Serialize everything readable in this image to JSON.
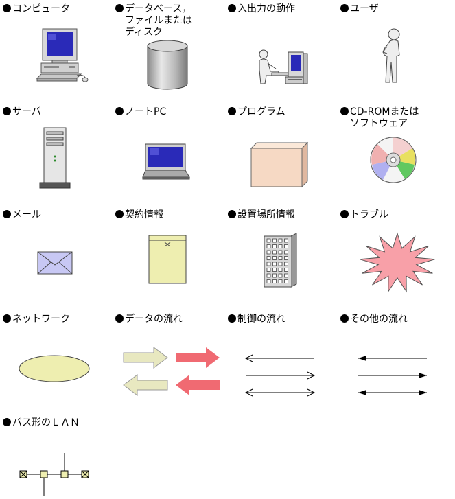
{
  "items": [
    {
      "id": "computer",
      "lines": [
        "コンピュータ"
      ]
    },
    {
      "id": "database",
      "lines": [
        "データベース，",
        "ファイルまたは",
        "ディスク"
      ]
    },
    {
      "id": "io",
      "lines": [
        "入出力の動作"
      ]
    },
    {
      "id": "user",
      "lines": [
        "ユーザ"
      ]
    },
    {
      "id": "server",
      "lines": [
        "サーバ"
      ]
    },
    {
      "id": "laptop",
      "lines": [
        "ノートPC"
      ]
    },
    {
      "id": "program",
      "lines": [
        "プログラム"
      ]
    },
    {
      "id": "cdrom",
      "lines": [
        "CD-ROMまたは",
        "ソフトウェア"
      ]
    },
    {
      "id": "mail",
      "lines": [
        "メール"
      ]
    },
    {
      "id": "contract",
      "lines": [
        "契約情報"
      ]
    },
    {
      "id": "location",
      "lines": [
        "設置場所情報"
      ]
    },
    {
      "id": "trouble",
      "lines": [
        "トラブル"
      ]
    },
    {
      "id": "network",
      "lines": [
        "ネットワーク"
      ]
    },
    {
      "id": "dataflow",
      "lines": [
        "データの流れ"
      ]
    },
    {
      "id": "controlflow",
      "lines": [
        "制御の流れ"
      ]
    },
    {
      "id": "otherflow",
      "lines": [
        "その他の流れ"
      ]
    },
    {
      "id": "buslan",
      "lines": [
        "バス形のＬＡＮ"
      ]
    }
  ],
  "colors": {
    "screen": "#2a2ab8",
    "cylinder": "#b8b8b8",
    "box_front": "#f6d9c4",
    "box_side": "#e0b8a0",
    "mail": "#c8c8f4",
    "envelope": "#eeeeb0",
    "starburst": "#f8a0a8",
    "ellipse": "#eeeeb0",
    "arrow_light": "#e8e8c0",
    "arrow_red": "#f06a72",
    "bus_node": "#eeeeb0"
  }
}
